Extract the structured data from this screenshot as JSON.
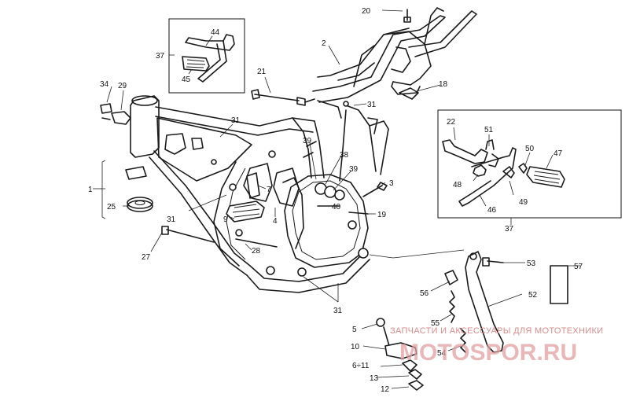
{
  "callouts": {
    "c1": "1",
    "c2": "2",
    "c3": "3",
    "c4": "4",
    "c5": "5",
    "c6_11": "6÷11",
    "c7": "7",
    "c9": "9",
    "c10": "10",
    "c12": "12",
    "c13": "13",
    "c18": "18",
    "c19": "19",
    "c20": "20",
    "c21": "21",
    "c22": "22",
    "c25": "25",
    "c27": "27",
    "c28": "28",
    "c29": "29",
    "c31a": "31",
    "c31b": "31",
    "c31c": "31",
    "c31d": "31",
    "c34": "34",
    "c37a": "37",
    "c37b": "37",
    "c38": "38",
    "c39a": "39",
    "c39b": "39",
    "c40": "40",
    "c44": "44",
    "c45": "45",
    "c46": "46",
    "c47": "47",
    "c48": "48",
    "c49": "49",
    "c50": "50",
    "c51": "51",
    "c52": "52",
    "c53": "53",
    "c54": "54",
    "c55": "55",
    "c56": "56",
    "c57": "57"
  },
  "watermark": {
    "tagline": "ЗАПЧАСТИ И АКСЕССУАРЫ ДЛЯ МОТОТЕХНИКИ",
    "brand": "MOTOSPOR.RU"
  }
}
